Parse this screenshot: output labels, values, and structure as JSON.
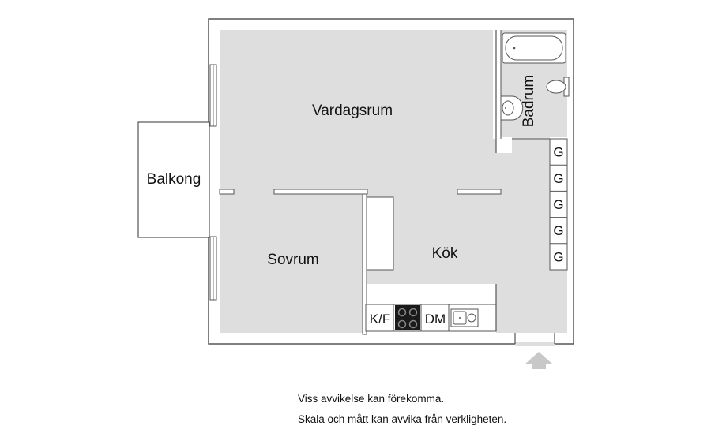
{
  "rooms": {
    "living": "Vardagsrum",
    "balcony": "Balkong",
    "bedroom": "Sovrum",
    "kitchen": "Kök",
    "bathroom": "Badrum"
  },
  "kitchen_labels": {
    "fridge_freezer": "K/F",
    "dishwasher": "DM"
  },
  "wardrobes": [
    "G",
    "G",
    "G",
    "G",
    "G"
  ],
  "disclaimer": {
    "line1": "Viss avvikelse kan förekomma.",
    "line2": "Skala och mått kan avvika från verkligheten."
  },
  "colors": {
    "floor": "#dedede",
    "wall": "#ffffff",
    "outline": "#555555",
    "arrow": "#c8c8c8"
  },
  "icons": {
    "entrance": "entrance-arrow-icon",
    "stove": "stove-icon",
    "sink": "sink-icon",
    "bathtub": "bathtub-icon",
    "toilet": "toilet-icon",
    "washbasin": "washbasin-icon"
  }
}
